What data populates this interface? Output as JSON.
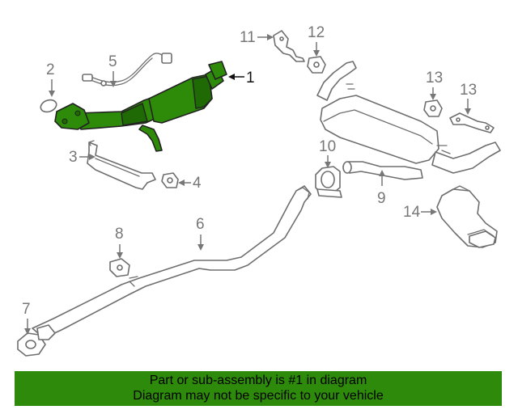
{
  "callouts": [
    {
      "n": "1",
      "highlight": true
    },
    {
      "n": "2",
      "highlight": false
    },
    {
      "n": "3",
      "highlight": false
    },
    {
      "n": "4",
      "highlight": false
    },
    {
      "n": "5",
      "highlight": false
    },
    {
      "n": "6",
      "highlight": false
    },
    {
      "n": "7",
      "highlight": false
    },
    {
      "n": "8",
      "highlight": false
    },
    {
      "n": "9",
      "highlight": false
    },
    {
      "n": "10",
      "highlight": false
    },
    {
      "n": "11",
      "highlight": false
    },
    {
      "n": "12",
      "highlight": false
    },
    {
      "n": "13",
      "highlight": false
    },
    {
      "n": "13",
      "highlight": false
    },
    {
      "n": "14",
      "highlight": false
    }
  ],
  "colors": {
    "highlight_part": "#2e8b0a",
    "banner_bg": "#2d8a0b",
    "callout_text": "#777777"
  },
  "banner": {
    "line1": "Part or sub-assembly is #1 in diagram",
    "line2": "Diagram may not be specific to your vehicle"
  }
}
